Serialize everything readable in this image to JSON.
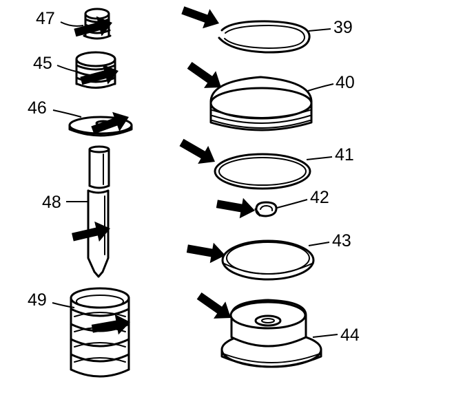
{
  "diagram": {
    "parts": [
      {
        "id": "47",
        "label": "47"
      },
      {
        "id": "45",
        "label": "45"
      },
      {
        "id": "46",
        "label": "46"
      },
      {
        "id": "48",
        "label": "48"
      },
      {
        "id": "49",
        "label": "49"
      },
      {
        "id": "39",
        "label": "39"
      },
      {
        "id": "40",
        "label": "40"
      },
      {
        "id": "41",
        "label": "41"
      },
      {
        "id": "42",
        "label": "42"
      },
      {
        "id": "43",
        "label": "43"
      },
      {
        "id": "44",
        "label": "44"
      }
    ]
  }
}
